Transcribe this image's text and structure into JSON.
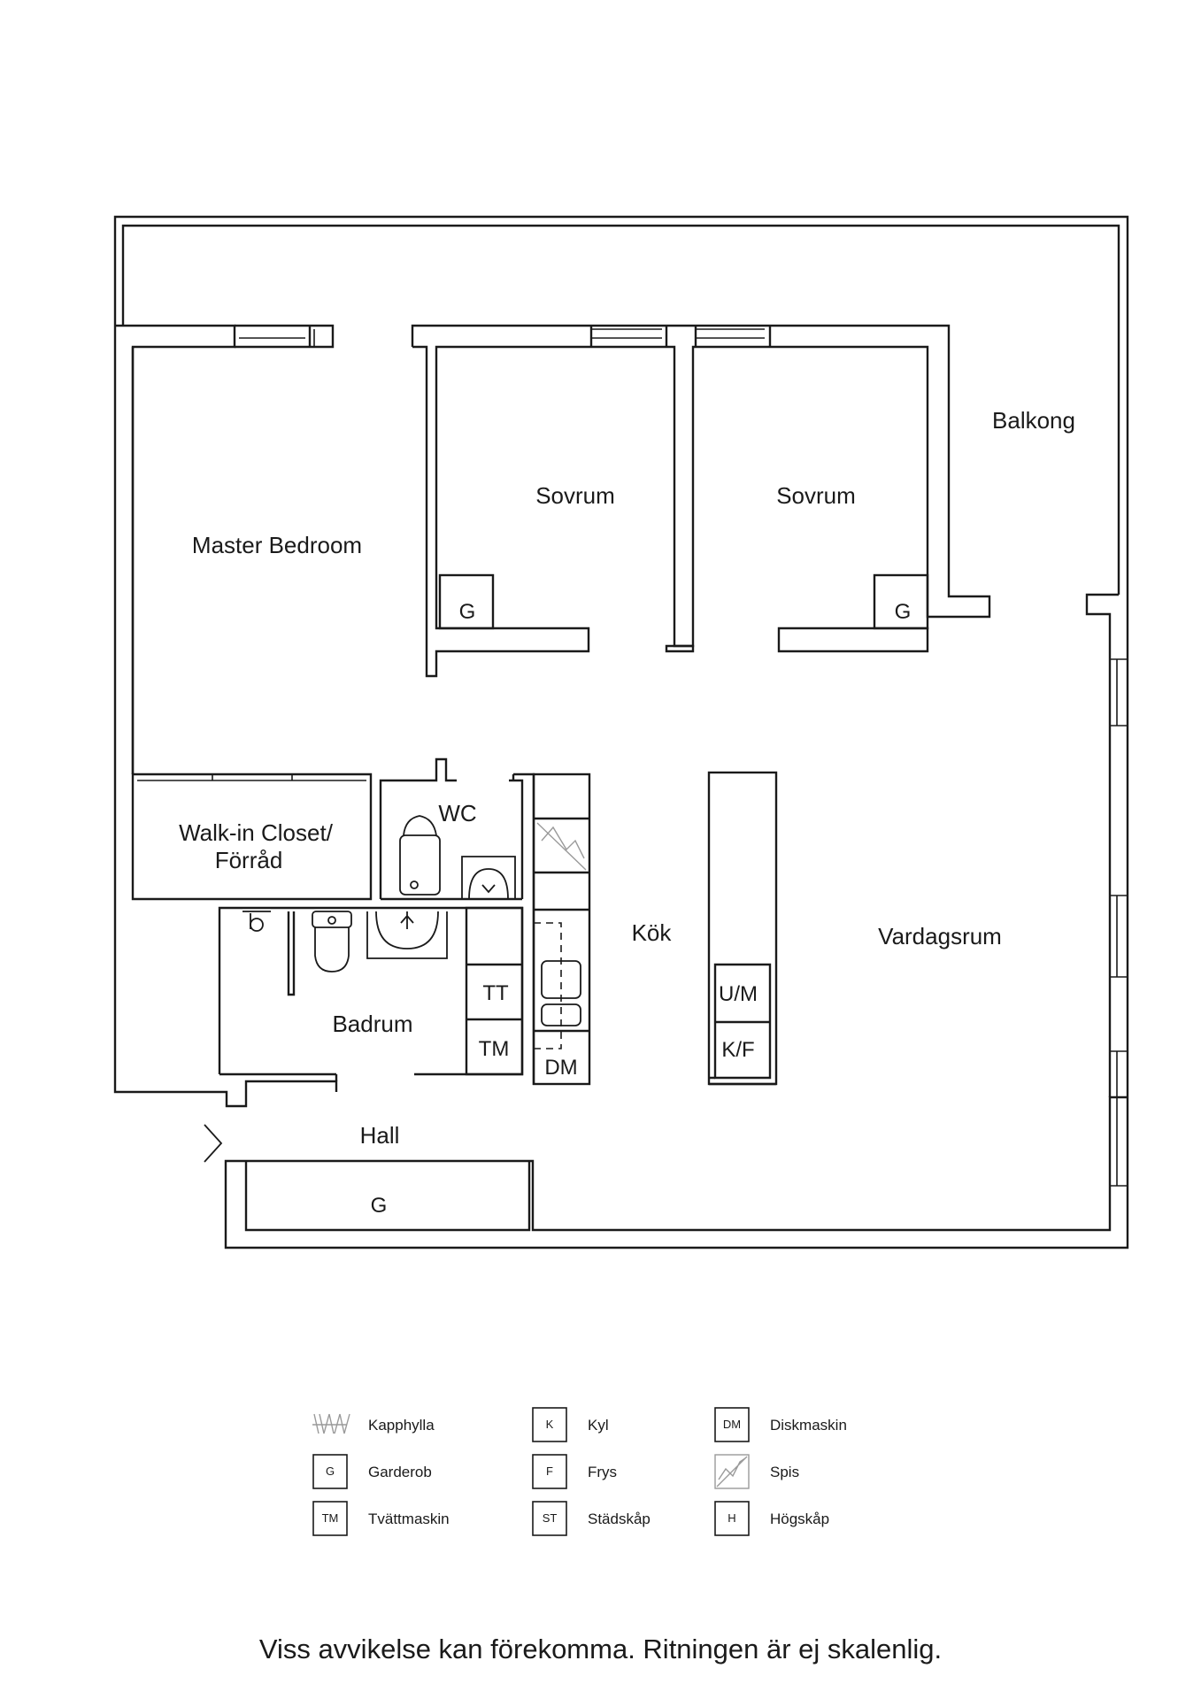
{
  "rooms": {
    "master_bedroom": "Master Bedroom",
    "sovrum_1": "Sovrum",
    "sovrum_2": "Sovrum",
    "balkong": "Balkong",
    "walk_in_line1": "Walk-in Closet/",
    "walk_in_line2": "Förråd",
    "wc": "WC",
    "kok": "Kök",
    "vardagsrum": "Vardagsrum",
    "badrum": "Badrum",
    "hall": "Hall"
  },
  "fixtures": {
    "g_sovrum_1": "G",
    "g_sovrum_2": "G",
    "g_hall": "G",
    "tt": "TT",
    "tm": "TM",
    "dm": "DM",
    "um": "U/M",
    "kf": "K/F"
  },
  "legend": [
    {
      "code": "",
      "label": "Kapphylla",
      "icon": "kapphylla-icon"
    },
    {
      "code": "G",
      "label": "Garderob",
      "icon": "box"
    },
    {
      "code": "TM",
      "label": "Tvättmaskin",
      "icon": "box"
    },
    {
      "code": "K",
      "label": "Kyl",
      "icon": "box"
    },
    {
      "code": "F",
      "label": "Frys",
      "icon": "box"
    },
    {
      "code": "ST",
      "label": "Städskåp",
      "icon": "box"
    },
    {
      "code": "DM",
      "label": "Diskmaskin",
      "icon": "box"
    },
    {
      "code": "",
      "label": "Spis",
      "icon": "spis-icon"
    },
    {
      "code": "H",
      "label": "Högskåp",
      "icon": "box"
    }
  ],
  "disclaimer": "Viss avvikelse kan förekomma. Ritningen är ej skalenlig."
}
